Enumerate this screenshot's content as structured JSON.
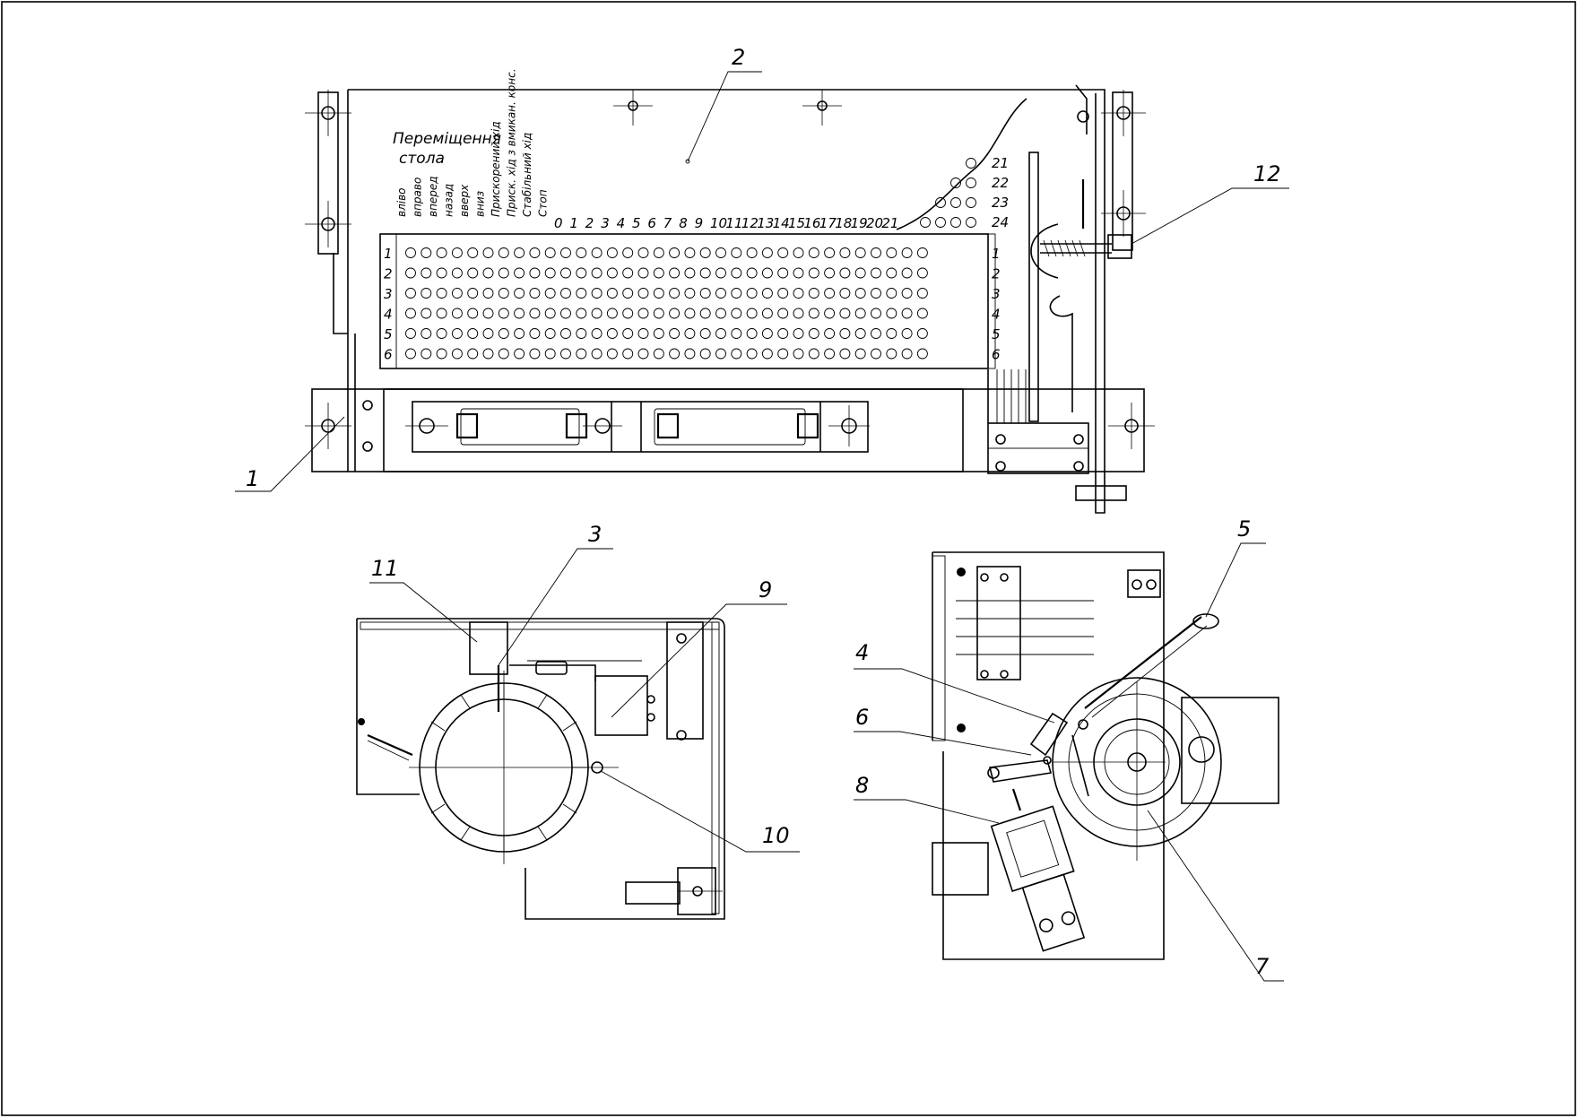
{
  "drawing": {
    "callouts": [
      "1",
      "2",
      "3",
      "4",
      "5",
      "6",
      "7",
      "8",
      "9",
      "10",
      "11",
      "12"
    ],
    "panel": {
      "title_line1": "Переміщення",
      "title_line2": "стола",
      "direction_labels": [
        "вліво",
        "вправо",
        "вперед",
        "назад",
        "вверх",
        "вниз",
        "Прискорений хід",
        "Приск. хід з вмикан. конс.",
        "Стабільний хід",
        "Стоп"
      ],
      "column_numbers": [
        "0",
        "1",
        "2",
        "3",
        "4",
        "5",
        "6",
        "7",
        "8",
        "9",
        "10",
        "11",
        "12",
        "13",
        "14",
        "15",
        "16",
        "17",
        "18",
        "19",
        "20",
        "21"
      ],
      "extra_rows": [
        "21",
        "22",
        "23",
        "24"
      ],
      "row_numbers": [
        "1",
        "2",
        "3",
        "4",
        "5",
        "6"
      ],
      "row_numbers_right": [
        "1",
        "2",
        "3",
        "4",
        "5",
        "6"
      ]
    }
  }
}
